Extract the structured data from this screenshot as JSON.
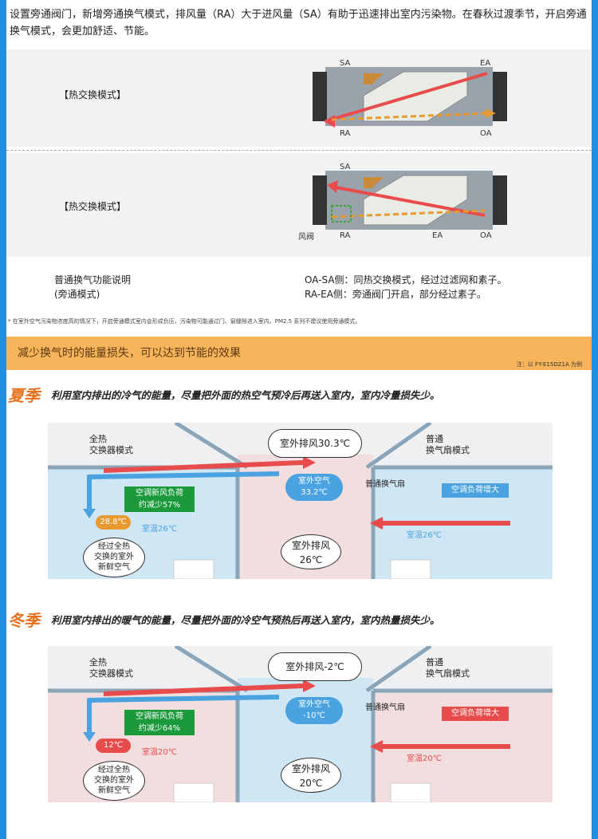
{
  "intro": "设置旁通阀门，新增旁通换气模式，排风量（RA）大于进风量（SA）有助于迅速排出室内污染物。在春秋过渡季节，开启旁通换气模式，会更加舒适、节能。",
  "panel1": {
    "label": "【热交换模式】",
    "sa": "SA",
    "ea": "EA",
    "ra": "RA",
    "oa": "OA"
  },
  "panel2": {
    "label": "【热交换模式】",
    "sa": "SA",
    "ra": "RA",
    "ea": "EA",
    "oa": "OA",
    "valve": "风阀"
  },
  "notes": {
    "left1": "普通换气功能说明",
    "left2": "(旁通模式)",
    "right1": "OA-SA侧：同热交换模式，经过过滤网和素子。",
    "right2": "RA-EA侧：旁通阀门开启，部分经过素子。"
  },
  "footnote": "* 在室外空气污染物浓度高的情况下，开启旁通模式室内会形成负压，污染物可能通过门、窗缝隙进入室内。PM2.5 系列不建议使用旁通模式。",
  "banner": {
    "title": "减少换气时的能量损失，可以达到节能的效果",
    "note": "注：以 FY-E15DZ1A 为例"
  },
  "summer": {
    "title": "夏季",
    "desc": "利用室内排出的冷气的能量，尽量把外面的热空气预冷后再送入室内，室内冷量损失少。",
    "left_mode_1": "全热",
    "left_mode_2": "交换器模式",
    "right_mode_1": "普通",
    "right_mode_2": "换气扇模式",
    "outdoor_exhaust": "室外排风30.3℃",
    "outdoor_air_1": "室外空气",
    "outdoor_air_2": "33.2℃",
    "load_1": "空调新风负荷",
    "load_2": "约减少57%",
    "supply_temp": "28.8℃",
    "room_left": "室温26℃",
    "fresh_1": "经过全热",
    "fresh_2": "交换的室外",
    "fresh_3": "新鲜空气",
    "normal_fan": "普通换气扇",
    "load_up": "空调负荷增大",
    "room_right": "室温26℃",
    "outdoor_exhaust2_1": "室外排风",
    "outdoor_exhaust2_2": "26℃"
  },
  "winter": {
    "title": "冬季",
    "desc": "利用室内排出的暖气的能量，尽量把外面的冷空气预热后再送入室内，室内热量损失少。",
    "left_mode_1": "全热",
    "left_mode_2": "交换器模式",
    "right_mode_1": "普通",
    "right_mode_2": "换气扇模式",
    "outdoor_exhaust": "室外排风-2℃",
    "outdoor_air_1": "室外空气",
    "outdoor_air_2": "-10℃",
    "load_1": "空调新风负荷",
    "load_2": "约减少64%",
    "supply_temp": "12℃",
    "room_left": "室温20℃",
    "fresh_1": "经过全热",
    "fresh_2": "交换的室外",
    "fresh_3": "新鲜空气",
    "normal_fan": "普通换气扇",
    "load_up": "空调负荷增大",
    "room_right": "室温20℃",
    "outdoor_exhaust2_1": "室外排风",
    "outdoor_exhaust2_2": "20℃"
  },
  "colors": {
    "accent": "#e8711e",
    "banner": "#f7b45b",
    "border": "#1e8fe0",
    "hot": "#e84b4b",
    "cool": "#4aa3e0",
    "green": "#1a9a3a"
  }
}
